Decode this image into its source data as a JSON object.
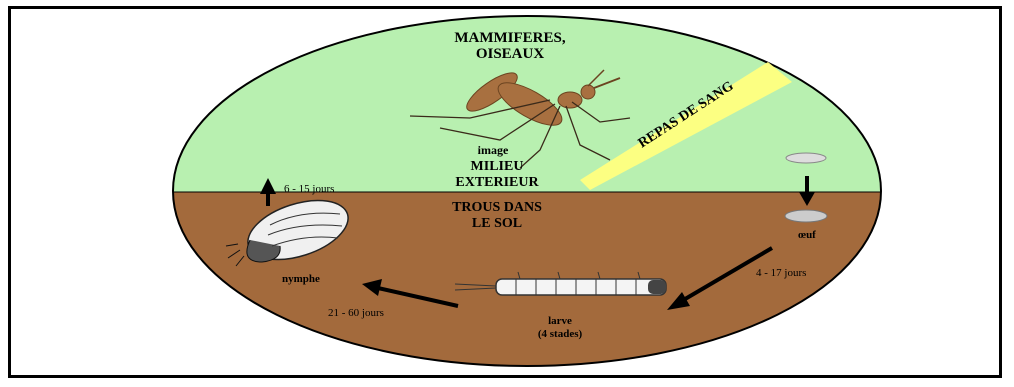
{
  "title_top": [
    "MAMMIFERES,",
    "OISEAUX"
  ],
  "ray_label": "REPAS DE SANG",
  "imago_label": "image",
  "outside_label": [
    "MILIEU",
    "EXTERIEUR"
  ],
  "soil_label": [
    "TROUS DANS",
    "LE SOL"
  ],
  "emergence_duration": "6 - 15 jours",
  "egg_label": "œuf",
  "egg_to_larva_duration": "4 - 17 jours",
  "larva_label": [
    "larve",
    "(4 stades)"
  ],
  "larva_to_nymph_duration": "21 - 60 jours",
  "nymph_label": "nymphe",
  "colors": {
    "sky": "#b8f0b0",
    "soil": "#a36a3c",
    "mosquito": "#a87040",
    "ray": "#ffff80"
  }
}
